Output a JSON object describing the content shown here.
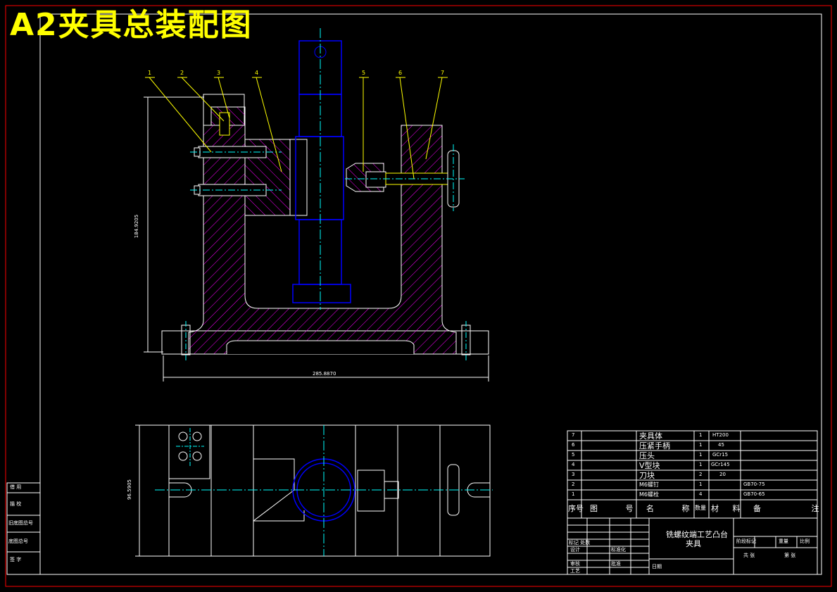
{
  "title": "A2夹具总装配图",
  "balloons": [
    "1",
    "2",
    "3",
    "4",
    "5",
    "6",
    "7"
  ],
  "dimensions": {
    "height_dim": "184.9205",
    "width_dim": "285.8870",
    "plan_height_dim": "96.5905"
  },
  "parts_list": {
    "headers": {
      "seq": "序号",
      "drawing_no": "图 号",
      "name": "名 称",
      "qty": "数量",
      "material": "材 料",
      "remark": "备 注"
    },
    "rows": [
      {
        "seq": "7",
        "name": "夹具体",
        "qty": "1",
        "material": "HT200",
        "remark": ""
      },
      {
        "seq": "6",
        "name": "压紧手柄",
        "qty": "1",
        "material": "45",
        "remark": ""
      },
      {
        "seq": "5",
        "name": "压头",
        "qty": "1",
        "material": "GCr15",
        "remark": ""
      },
      {
        "seq": "4",
        "name": "V型块",
        "qty": "1",
        "material": "GCr145",
        "remark": ""
      },
      {
        "seq": "3",
        "name": "刀块",
        "qty": "2",
        "material": "20",
        "remark": ""
      },
      {
        "seq": "2",
        "name": "M6螺钉",
        "qty": "1",
        "material": "",
        "remark": "GB70-75"
      },
      {
        "seq": "1",
        "name": "M6螺栓",
        "qty": "4",
        "material": "",
        "remark": "GB70-65"
      }
    ]
  },
  "title_block": {
    "drawing_title": "铣螺纹端工艺凸台",
    "drawing_subtitle": "夹具",
    "stage_marks": [
      "阶段标记",
      "重量",
      "比例"
    ],
    "sheet_marks": [
      "共 张",
      "第 张"
    ],
    "rows": [
      "标记 处数",
      "设计",
      "审核",
      "工艺"
    ],
    "sig_labels": [
      "标准化",
      "批准"
    ],
    "bottom_left": "日期"
  },
  "side_column": [
    "借 用",
    "描 校",
    "旧底图总号",
    "底图总号",
    "签 字"
  ],
  "colors": {
    "background": "#000000",
    "frame": "#ff0000",
    "lines": "#ffffff",
    "hatch": "#ff00ff",
    "shaft": "#0000ff",
    "center": "#00ffff",
    "leader": "#ffff00",
    "title": "#ffff00"
  }
}
